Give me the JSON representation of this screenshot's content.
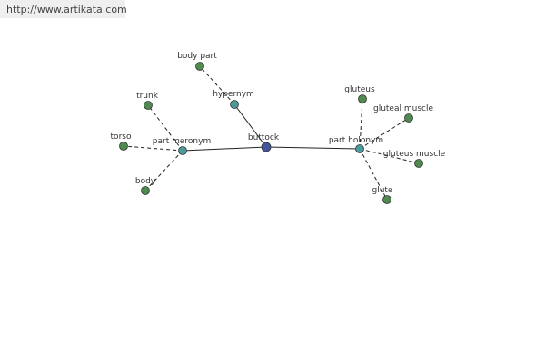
{
  "banner": {
    "url_text": "http://www.artikata.com"
  },
  "colors": {
    "center": "#4455a0",
    "relation": "#4a9a9a",
    "leaf": "#4f8a4f",
    "edge": "#222222"
  },
  "graph": {
    "nodes": [
      {
        "id": "buttock",
        "label": "buttock",
        "kind": "center"
      },
      {
        "id": "hypernym",
        "label": "hypernym",
        "kind": "relation"
      },
      {
        "id": "part_meronym",
        "label": "part meronym",
        "kind": "relation"
      },
      {
        "id": "part_holonym",
        "label": "part holonym",
        "kind": "relation"
      },
      {
        "id": "body_part",
        "label": "body part",
        "kind": "leaf"
      },
      {
        "id": "trunk",
        "label": "trunk",
        "kind": "leaf"
      },
      {
        "id": "torso",
        "label": "torso",
        "kind": "leaf"
      },
      {
        "id": "body",
        "label": "body",
        "kind": "leaf"
      },
      {
        "id": "gluteus",
        "label": "gluteus",
        "kind": "leaf"
      },
      {
        "id": "gluteal_muscle",
        "label": "gluteal muscle",
        "kind": "leaf"
      },
      {
        "id": "gluteus_muscle",
        "label": "gluteus muscle",
        "kind": "leaf"
      },
      {
        "id": "glute",
        "label": "glute",
        "kind": "leaf"
      }
    ],
    "edges": [
      {
        "from": "buttock",
        "to": "hypernym",
        "style": "solid"
      },
      {
        "from": "buttock",
        "to": "part_meronym",
        "style": "solid"
      },
      {
        "from": "buttock",
        "to": "part_holonym",
        "style": "solid"
      },
      {
        "from": "hypernym",
        "to": "body_part",
        "style": "dashed"
      },
      {
        "from": "part_meronym",
        "to": "trunk",
        "style": "dashed"
      },
      {
        "from": "part_meronym",
        "to": "torso",
        "style": "dashed"
      },
      {
        "from": "part_meronym",
        "to": "body",
        "style": "dashed"
      },
      {
        "from": "part_holonym",
        "to": "gluteus",
        "style": "dashed"
      },
      {
        "from": "part_holonym",
        "to": "gluteal_muscle",
        "style": "dashed"
      },
      {
        "from": "part_holonym",
        "to": "gluteus_muscle",
        "style": "dashed"
      },
      {
        "from": "part_holonym",
        "to": "glute",
        "style": "dashed"
      }
    ]
  }
}
